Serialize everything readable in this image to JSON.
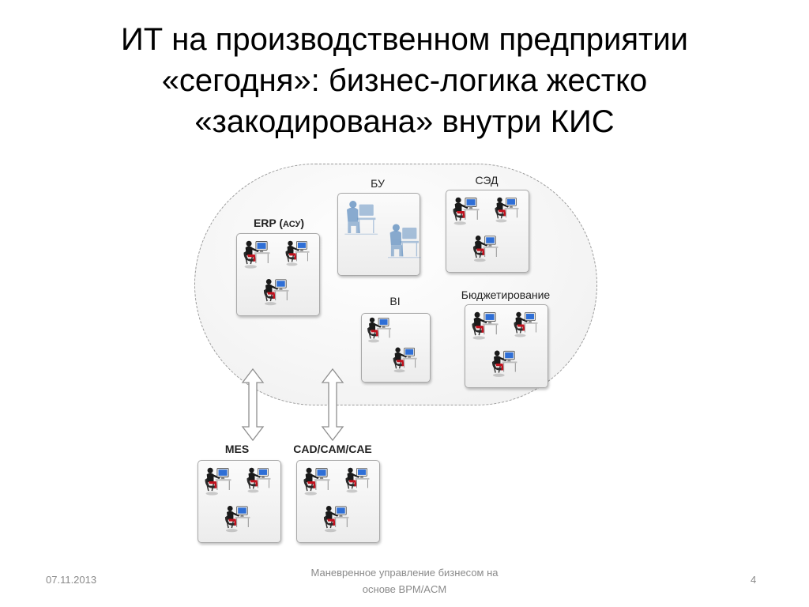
{
  "slide": {
    "title_lines": [
      "ИТ на производственном предприятии",
      "«сегодня»: бизнес-логика жестко",
      "«закодирована» внутри КИС"
    ]
  },
  "systems": {
    "erp": {
      "label_main": "ERP (",
      "label_small": "АСУ",
      "label_end": ")"
    },
    "bu": {
      "label": "БУ"
    },
    "sed": {
      "label": "СЭД"
    },
    "bi": {
      "label": "BI"
    },
    "budget": {
      "label": "Бюджетирование"
    },
    "mes": {
      "label": "MES"
    },
    "cad": {
      "label": "CAD/CAM/CAE"
    }
  },
  "footer": {
    "date": "07.11.2013",
    "center_line1": "Маневренное управление бизнесом на",
    "center_line2": "основе BPM/ACM",
    "page": "4"
  },
  "colors": {
    "cloud_border": "#9a9a9a",
    "person_body": "#1a1a1a",
    "person_pants": "#c0121e",
    "monitor_screen": "#2f6fd6",
    "ghost_figure": "#4a7fb8"
  }
}
